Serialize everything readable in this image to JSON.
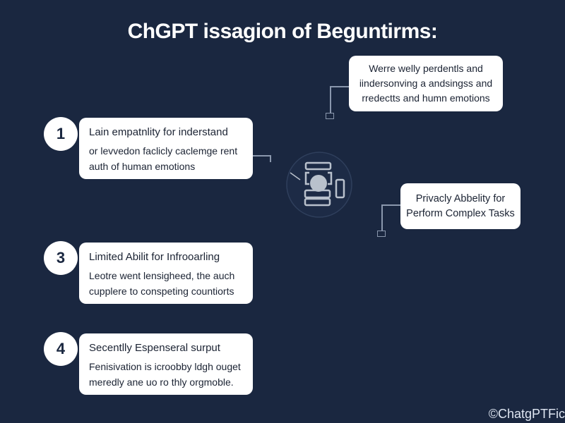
{
  "title": "ChGPT issagion of Beguntirms:",
  "items": [
    {
      "number": "1",
      "heading": "Lain empatnlity for inderstand",
      "lines": [
        "or levvedon faclicly caclemge rent",
        "auth of human emotions"
      ]
    },
    {
      "number": "3",
      "heading": "Limited Abilit for Infrooarling",
      "lines": [
        "Leotre went lensigheed, the auch",
        "cupplere to conspeting countiorts"
      ]
    },
    {
      "number": "4",
      "heading": "Secentlly Espenseral surput",
      "lines": [
        "Fenisivation is icroobby ldgh ouget",
        "meredly ane uo ro thly orgmoble."
      ]
    }
  ],
  "right_top": [
    "Werre welly perdentls and",
    "iindersonving a andsingss and",
    "rredectts and humn emotions"
  ],
  "right_mid": [
    "Privacly Abbelity for",
    "Perform Complex Tasks"
  ],
  "watermark": "©ChatgPTFic"
}
